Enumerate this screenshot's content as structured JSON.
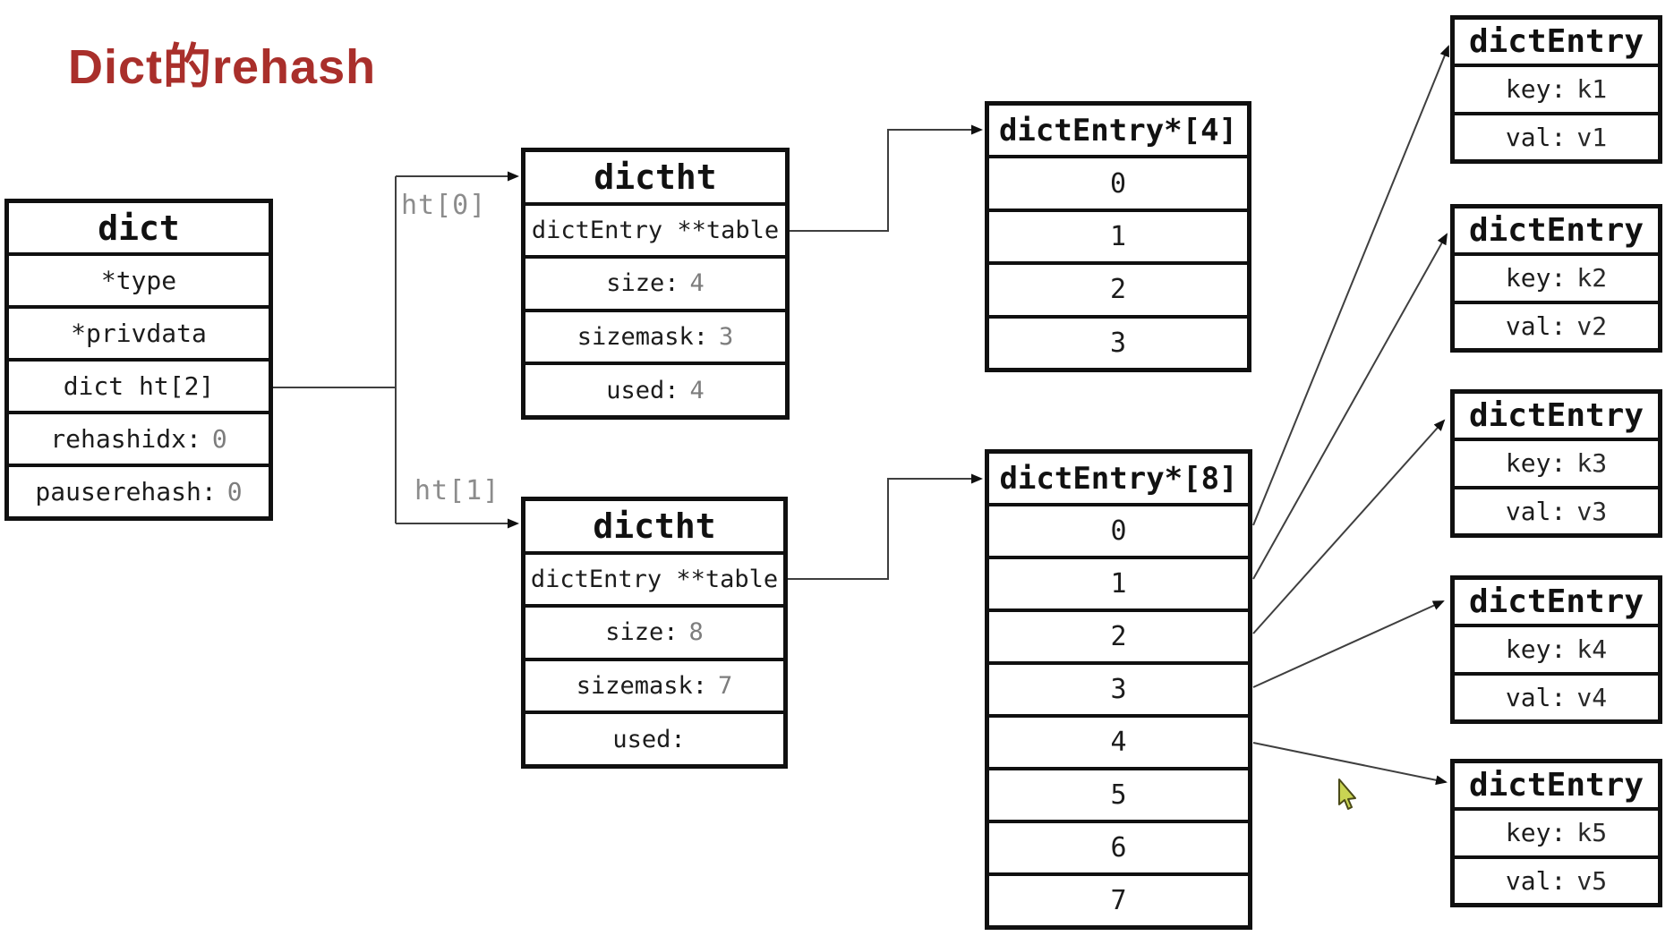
{
  "title": {
    "text": "Dict的rehash"
  },
  "labels": {
    "ht0": "ht[0]",
    "ht1": "ht[1]"
  },
  "colors": {
    "title_red": "#a92f2b",
    "value_gray": "#7d7d7d",
    "ht_label_gray": "#8c8c8c",
    "border_black": "#101010",
    "cursor_fill": "#c9d453"
  },
  "dict": {
    "header": "dict",
    "rows": [
      {
        "label": "*type",
        "value": ""
      },
      {
        "label": "*privdata",
        "value": ""
      },
      {
        "label": "dict ht[2]",
        "value": ""
      },
      {
        "label": "rehashidx:",
        "value": "0"
      },
      {
        "label": "pauserehash:",
        "value": "0"
      }
    ]
  },
  "dictht0": {
    "header": "dictht",
    "rows": [
      {
        "label": "dictEntry **table",
        "value": ""
      },
      {
        "label": "size:",
        "value": "4"
      },
      {
        "label": "sizemask:",
        "value": "3"
      },
      {
        "label": "used:",
        "value": "4"
      }
    ]
  },
  "dictht1": {
    "header": "dictht",
    "rows": [
      {
        "label": "dictEntry **table",
        "value": ""
      },
      {
        "label": "size:",
        "value": "8"
      },
      {
        "label": "sizemask:",
        "value": "7"
      },
      {
        "label": "used:",
        "value": ""
      }
    ]
  },
  "array4": {
    "header": "dictEntry*[4]",
    "cells": [
      "0",
      "1",
      "2",
      "3"
    ]
  },
  "array8": {
    "header": "dictEntry*[8]",
    "cells": [
      "0",
      "1",
      "2",
      "3",
      "4",
      "5",
      "6",
      "7"
    ]
  },
  "entries": [
    {
      "header": "dictEntry",
      "key_label": "key:",
      "key": "k1",
      "val_label": "val:",
      "val": "v1"
    },
    {
      "header": "dictEntry",
      "key_label": "key:",
      "key": "k2",
      "val_label": "val:",
      "val": "v2"
    },
    {
      "header": "dictEntry",
      "key_label": "key:",
      "key": "k3",
      "val_label": "val:",
      "val": "v3"
    },
    {
      "header": "dictEntry",
      "key_label": "key:",
      "key": "k4",
      "val_label": "val:",
      "val": "v4"
    },
    {
      "header": "dictEntry",
      "key_label": "key:",
      "key": "k5",
      "val_label": "val:",
      "val": "v5"
    }
  ]
}
